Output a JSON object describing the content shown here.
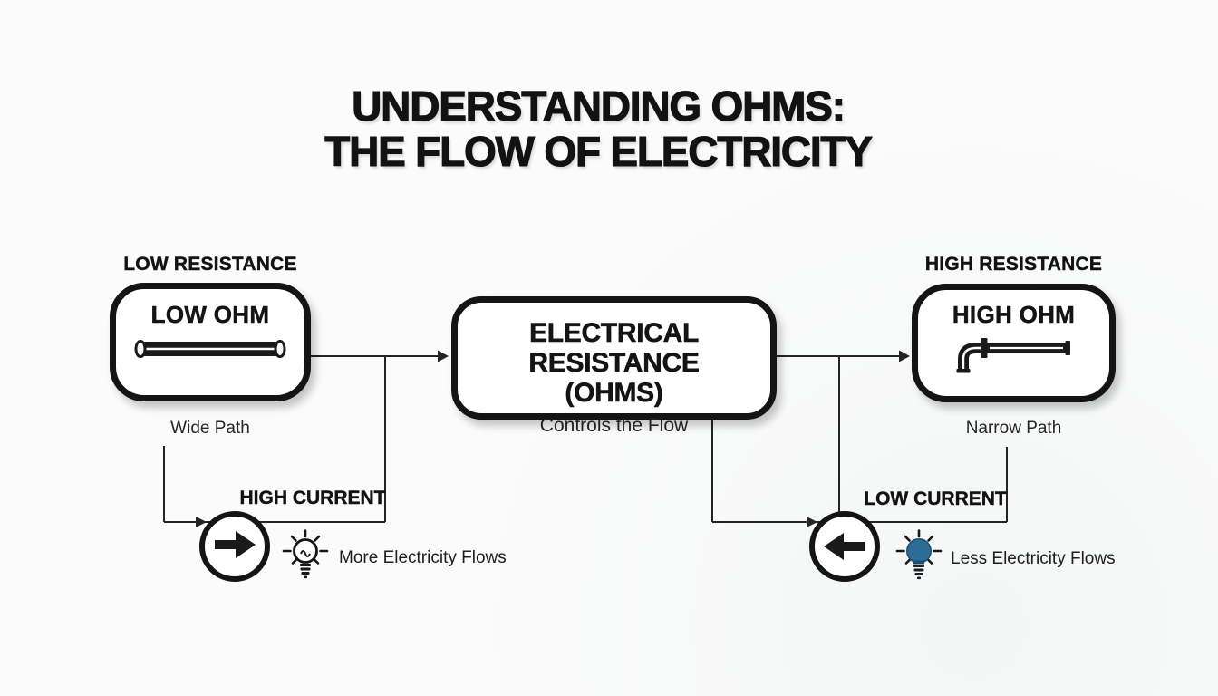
{
  "title": {
    "line1": "UNDERSTANDING OHMS:",
    "line2": "THE FLOW OF ELECTRICITY"
  },
  "left_node": {
    "label_above": "LOW RESISTANCE",
    "box_title": "LOW OHM",
    "icon": "wide-pipe-icon",
    "caption_below": "Wide Path"
  },
  "center_node": {
    "title_line1": "ELECTRICAL RESISTANCE",
    "title_line2": "(OHMS)",
    "subtitle": "Controls the Flow"
  },
  "right_node": {
    "label_above": "HIGH RESISTANCE",
    "box_title": "HIGH OHM",
    "icon": "narrow-pipe-icon",
    "caption_below": "Narrow Path"
  },
  "left_outcome": {
    "label": "HIGH CURRENT",
    "arrow_direction": "right",
    "bulb_icon": "bulb-outline-icon",
    "text": "More Electricity Flows"
  },
  "right_outcome": {
    "label": "LOW CURRENT",
    "arrow_direction": "left",
    "bulb_icon": "bulb-filled-blue-icon",
    "text": "Less Electricity Flows"
  },
  "colors": {
    "ink": "#141414",
    "connector": "#242424",
    "bulb_blue": "#2b6d94",
    "background": "#fbfbfb",
    "box_fill": "#ffffff"
  }
}
